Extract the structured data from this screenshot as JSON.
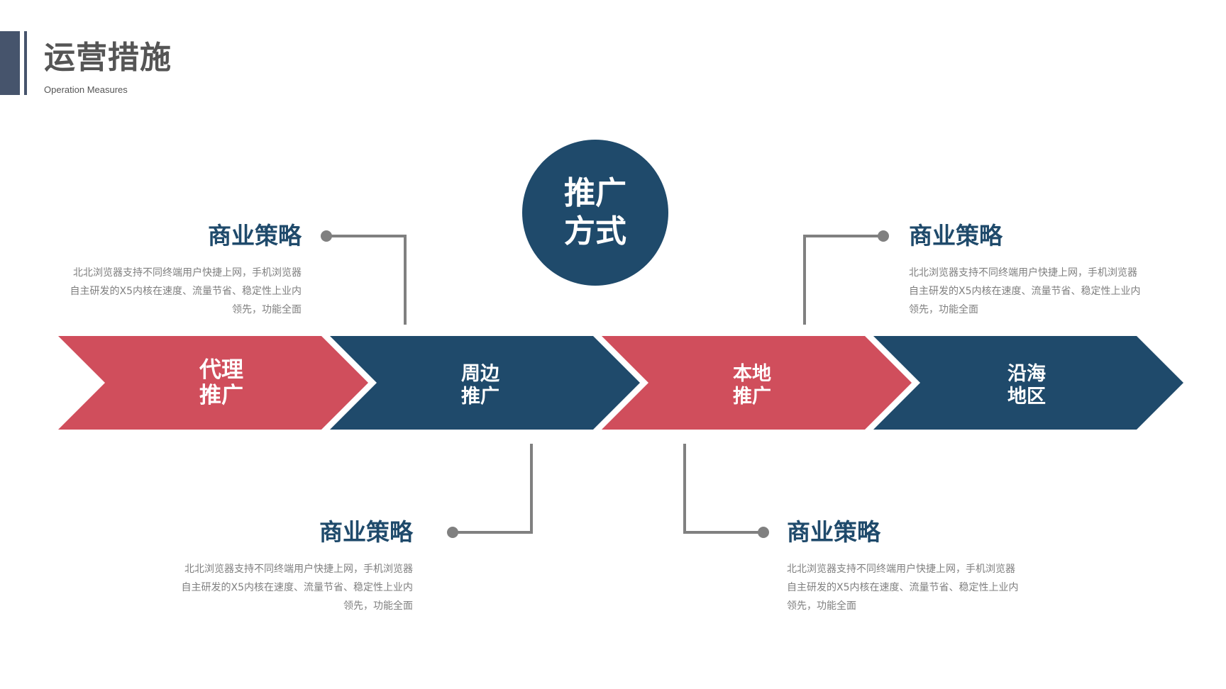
{
  "header": {
    "title": "运营措施",
    "subtitle": "Operation Measures"
  },
  "center": {
    "line1": "推广",
    "line2": "方式"
  },
  "arrows": [
    {
      "line1": "代理",
      "line2": "推广",
      "color": "#d04e5c"
    },
    {
      "line1": "周边",
      "line2": "推广",
      "color": "#1f4a6b"
    },
    {
      "line1": "本地",
      "line2": "推广",
      "color": "#d04e5c"
    },
    {
      "line1": "沿海",
      "line2": "地区",
      "color": "#1f4a6b"
    }
  ],
  "blocks": [
    {
      "title": "商业策略",
      "desc": [
        "北北浏览器支持不同终端用户快捷上网，手机浏览器",
        "自主研发的X5内核在速度、流量节省、稳定性上业内",
        "领先，功能全面"
      ]
    },
    {
      "title": "商业策略",
      "desc": [
        "北北浏览器支持不同终端用户快捷上网，手机浏览器",
        "自主研发的X5内核在速度、流量节省、稳定性上业内",
        "领先，功能全面"
      ]
    },
    {
      "title": "商业策略",
      "desc": [
        "北北浏览器支持不同终端用户快捷上网，手机浏览器",
        "自主研发的X5内核在速度、流量节省、稳定性上业内",
        "领先，功能全面"
      ]
    },
    {
      "title": "商业策略",
      "desc": [
        "北北浏览器支持不同终端用户快捷上网，手机浏览器",
        "自主研发的X5内核在速度、流量节省、稳定性上业内",
        "领先，功能全面"
      ]
    }
  ],
  "colors": {
    "navy": "#1f4a6b",
    "red": "#d04e5c",
    "connector": "#808080",
    "header_accent": "#46546c"
  }
}
